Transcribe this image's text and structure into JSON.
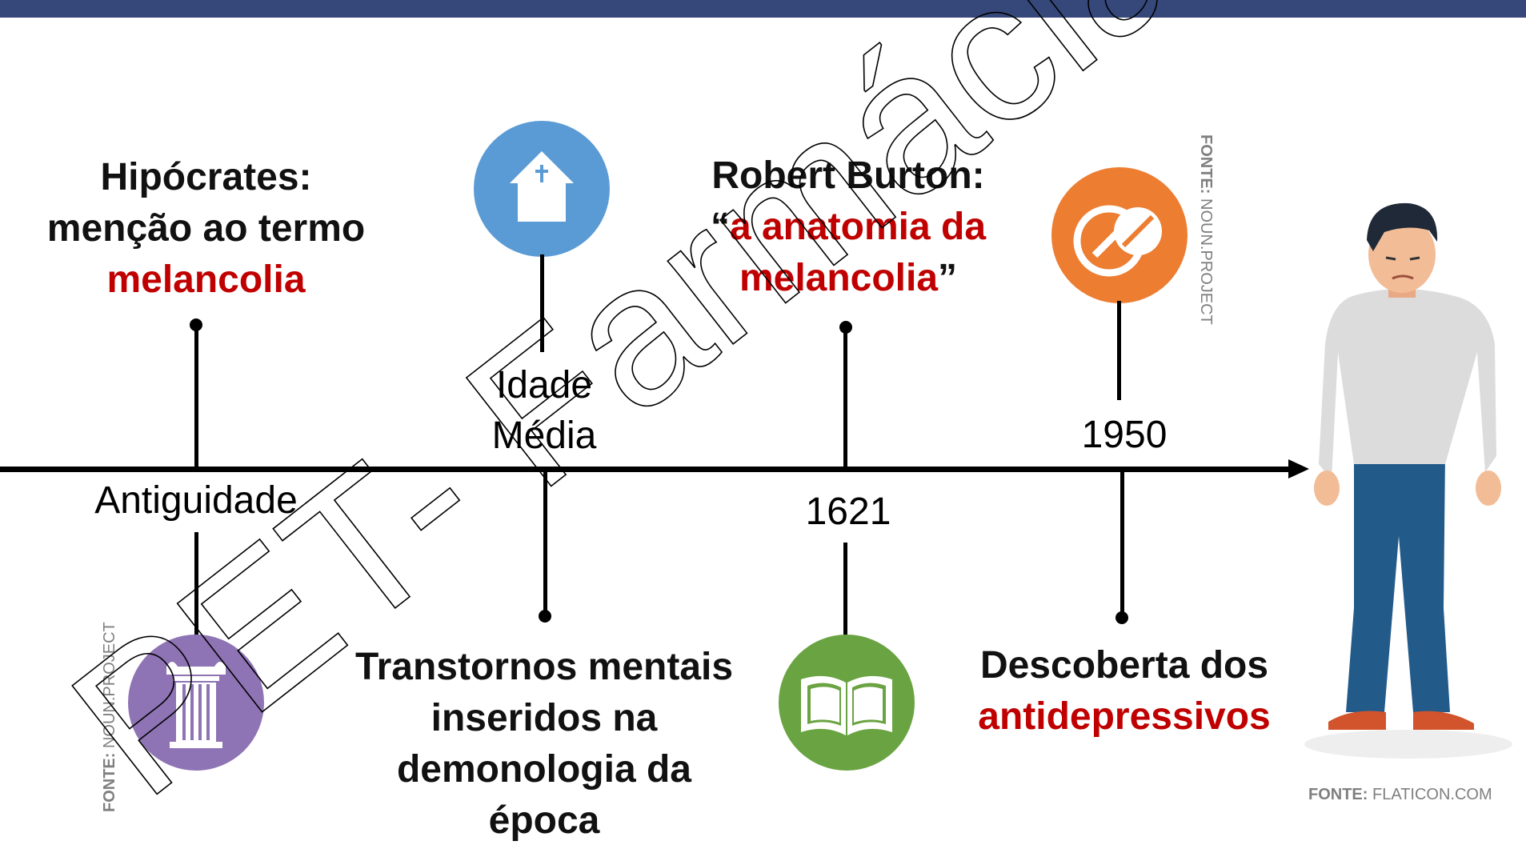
{
  "timeline": {
    "antiguidade": {
      "period": "Antiguidade",
      "title_line1": "Hipócrates:",
      "title_line2": "menção ao termo",
      "highlight": "melancolia"
    },
    "idade_media": {
      "period_line1": "Idade",
      "period_line2": "Média",
      "desc_line1": "Transtornos mentais",
      "desc_line2": "inseridos na",
      "desc_line3": "demonologia da",
      "desc_line4": "época"
    },
    "burton": {
      "year": "1621",
      "title_line1": "Robert Burton:",
      "open_quote": "“",
      "highlight_line1": "a anatomia da",
      "highlight_line2": "melancolia",
      "close_quote": "”"
    },
    "antidepressivos": {
      "year": "1950",
      "desc_line1": "Descoberta dos",
      "highlight": "antidepressivos"
    }
  },
  "sources": {
    "noun_vertical_left": {
      "label": "FONTE:",
      "value": " NOUN.PROJECT"
    },
    "noun_vertical_right": {
      "label": "FONTE:",
      "value": " NOUN.PROJECT"
    },
    "flaticon": {
      "label": "FONTE:",
      "value": " FLATICON.COM"
    }
  },
  "watermark": "PET- Farmácia UFPB",
  "colors": {
    "header": "#36477a",
    "accent_red": "#c00000",
    "church_blue": "#5b9bd5",
    "column_purple": "#8e74b4",
    "book_green": "#6aa341",
    "pill_orange": "#ed7d31"
  },
  "icons": [
    "column-icon",
    "church-icon",
    "book-icon",
    "pill-icon",
    "sad-man-illustration"
  ]
}
